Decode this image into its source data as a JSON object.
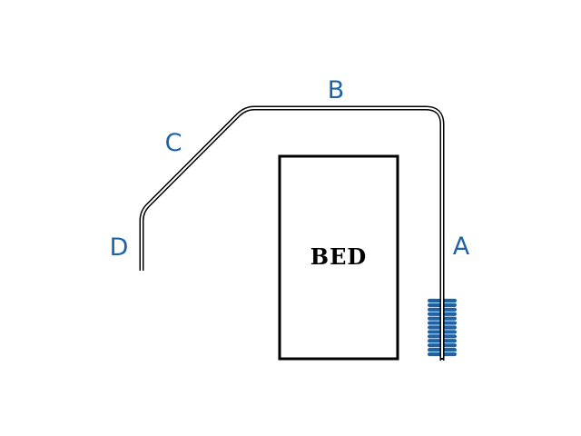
{
  "colors": {
    "label": "#1f63a6",
    "spring": "#1f63a6",
    "outline": "#000000",
    "background": "#ffffff"
  },
  "labels": {
    "a": "A",
    "b": "B",
    "c": "C",
    "d": "D"
  },
  "bed": {
    "label": "BED"
  },
  "spring": {
    "coil_count": 13,
    "icon": "coil-spring-icon"
  }
}
